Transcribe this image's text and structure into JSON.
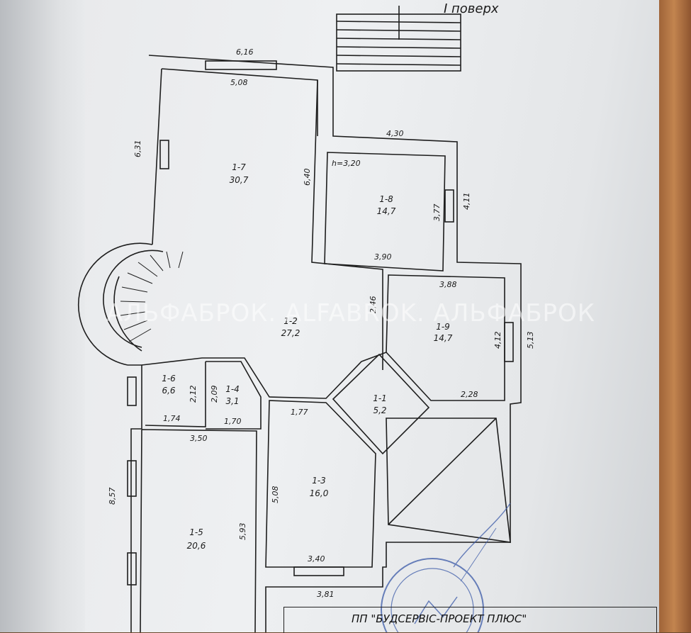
{
  "floor_title": "I поверх",
  "watermark": "АЛЬФАБРОК. ALFABROK. АЛЬФАБРОК",
  "company": "ПП \"БУДСЕРВІС-ПРОЕКТ ПЛЮС\"",
  "rooms": [
    {
      "id": "1-7",
      "area": "30,7"
    },
    {
      "id": "1-8",
      "area": "14,7"
    },
    {
      "id": "1-2",
      "area": "27,2"
    },
    {
      "id": "1-9",
      "area": "14,7"
    },
    {
      "id": "1-6",
      "area": "6,6"
    },
    {
      "id": "1-4",
      "area": "3,1"
    },
    {
      "id": "1-1",
      "area": "5,2"
    },
    {
      "id": "1-3",
      "area": "16,0"
    },
    {
      "id": "1-5",
      "area": "20,6"
    }
  ],
  "dimensions": {
    "d_6_16": "6,16",
    "d_5_08_top": "5,08",
    "d_6_31": "6,31",
    "d_6_40": "6,40",
    "d_4_30": "4,30",
    "d_h": "h=3,20",
    "d_3_77": "3,77",
    "d_4_11": "4,11",
    "d_3_90": "3,90",
    "d_3_88": "3,88",
    "d_2_46": "2,46",
    "d_4_12": "4,12",
    "d_5_13": "5,13",
    "d_2_28": "2,28",
    "d_2_12": "2,12",
    "d_2_09": "2,09",
    "d_1_74": "1,74",
    "d_1_70": "1,70",
    "d_1_77": "1,77",
    "d_3_50": "3,50",
    "d_5_08": "5,08",
    "d_8_57": "8,57",
    "d_5_93": "5,93",
    "d_3_40": "3,40",
    "d_3_81": "3,81"
  }
}
